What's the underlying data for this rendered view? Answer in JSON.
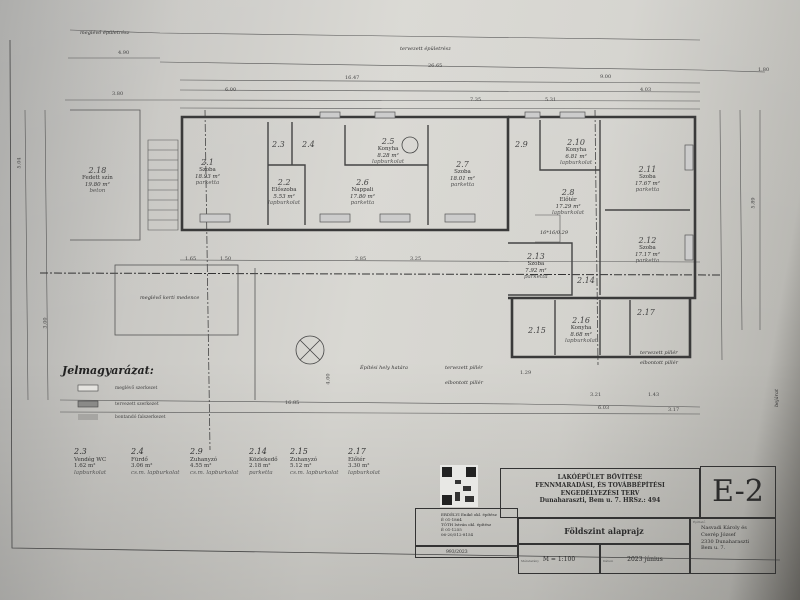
{
  "top_labels": {
    "existing_building": "meglévő épületrész",
    "planned_building": "tervezett épületrész"
  },
  "dimensions": {
    "d1": "4.90",
    "d2": "26.65",
    "d3": "1.80",
    "d4": "16.47",
    "d5": "9.00",
    "d6": "3.80",
    "d7": "6.00",
    "d8": "7.35",
    "d9": "4.03",
    "d10": "5.31",
    "d11": "16.85",
    "d12": "6.03",
    "d13": "3.17",
    "d14": "4.00",
    "d15": "3.00",
    "d16": "1.65",
    "d17": "1.50",
    "d18": "2.85",
    "d19": "3.25",
    "d20": "3.21",
    "d21": "1.43",
    "d22": "5.04",
    "d23": "5.89",
    "d24": "1.29"
  },
  "rooms": [
    {
      "num": "2.1",
      "name": "Szoba",
      "area": "18.93 m²",
      "floor": "parketta"
    },
    {
      "num": "2.2",
      "name": "Előszoba",
      "area": "5.53 m²",
      "floor": "lapburkolat"
    },
    {
      "num": "2.3",
      "name": "",
      "area": "",
      "floor": ""
    },
    {
      "num": "2.4",
      "name": "",
      "area": "",
      "floor": ""
    },
    {
      "num": "2.5",
      "name": "Konyha",
      "area": "8.28 m²",
      "floor": "lapburkolat"
    },
    {
      "num": "2.6",
      "name": "Nappali",
      "area": "17.80 m²",
      "floor": "parketta"
    },
    {
      "num": "2.7",
      "name": "Szoba",
      "area": "18.01 m²",
      "floor": "parketta"
    },
    {
      "num": "2.8",
      "name": "Előtér",
      "area": "17.29 m²",
      "floor": "lapburkolat"
    },
    {
      "num": "2.9",
      "name": "",
      "area": "",
      "floor": ""
    },
    {
      "num": "2.10",
      "name": "Konyha",
      "area": "6.81 m²",
      "floor": "lapburkolat"
    },
    {
      "num": "2.11",
      "name": "Szoba",
      "area": "17.67 m²",
      "floor": "parketta"
    },
    {
      "num": "2.12",
      "name": "Szoba",
      "area": "17.17 m²",
      "floor": "parketta"
    },
    {
      "num": "2.13",
      "name": "Szoba",
      "area": "7.92 m²",
      "floor": "parketta"
    },
    {
      "num": "2.14",
      "name": "",
      "area": "",
      "floor": ""
    },
    {
      "num": "2.15",
      "name": "",
      "area": "",
      "floor": ""
    },
    {
      "num": "2.16",
      "name": "Konyha",
      "area": "8.68 m²",
      "floor": "lapburkolat"
    },
    {
      "num": "2.17",
      "name": "",
      "area": "",
      "floor": ""
    },
    {
      "num": "2.18",
      "name": "Fedett szín",
      "area": "19.80 m²",
      "floor": "beton"
    }
  ],
  "notes": {
    "pool": "meglévő kerti medence",
    "building_line": "Építési hely határa",
    "planned_pillar_1": "tervezett pillér",
    "removed_pillar_1": "elbontott pillér",
    "planned_pillar_2": "tervezett pillér",
    "removed_pillar_2": "elbontott pillér",
    "stair": "16*16/0.29",
    "entry": "bejárat"
  },
  "legend": {
    "title": "Jelmagyarázat:",
    "items": [
      "meglévő szerkezet",
      "tervezett szerkezet",
      "bontandó falszerkezet"
    ]
  },
  "schedule": [
    {
      "num": "2.3",
      "name": "Vendég WC",
      "area": "1.62 m²",
      "floor": "lapburkolat"
    },
    {
      "num": "2.4",
      "name": "Fürdő",
      "area": "3.06 m²",
      "floor": "cs.m. lapburkolat"
    },
    {
      "num": "2.9",
      "name": "Zuhanyzó",
      "area": "4.55 m²",
      "floor": "cs.m. lapburkolat"
    },
    {
      "num": "2.14",
      "name": "Közlekedő",
      "area": "2.18 m²",
      "floor": "parketta"
    },
    {
      "num": "2.15",
      "name": "Zuhanyzó",
      "area": "5.12 m²",
      "floor": "cs.m. lapburkolat"
    },
    {
      "num": "2.17",
      "name": "Előtér",
      "area": "3.30 m²",
      "floor": "lapburkolat"
    }
  ],
  "title_block": {
    "project": [
      "LAKÓÉPÜLET BŐVÍTÉSE",
      "FENNMARADÁSI, ÉS TOVÁBBÉPÍTÉSI",
      "ENGEDÉLYEZÉSI TERV",
      "Dunaharaszti, Bem u. 7. HRSz.: 494"
    ],
    "sheet_code": "E-2",
    "sheet_title": "Földszint alaprajz",
    "scale_caption": "Méretarány",
    "scale": "M = 1:100",
    "date_caption": "Dátum",
    "date": "2023 június",
    "designers": [
      "ERDÉLYI Enikő okl. építész",
      "É 01-1864",
      "TÓTH István okl. építész",
      "É 01-1255",
      "06-20/512-8154"
    ],
    "job_number": "993/2023",
    "client_caption": "Építtető",
    "client": [
      "Nasvadi Károly és",
      "Cserép József",
      "2330 Dunaharaszti",
      "Bem u. 7."
    ]
  }
}
